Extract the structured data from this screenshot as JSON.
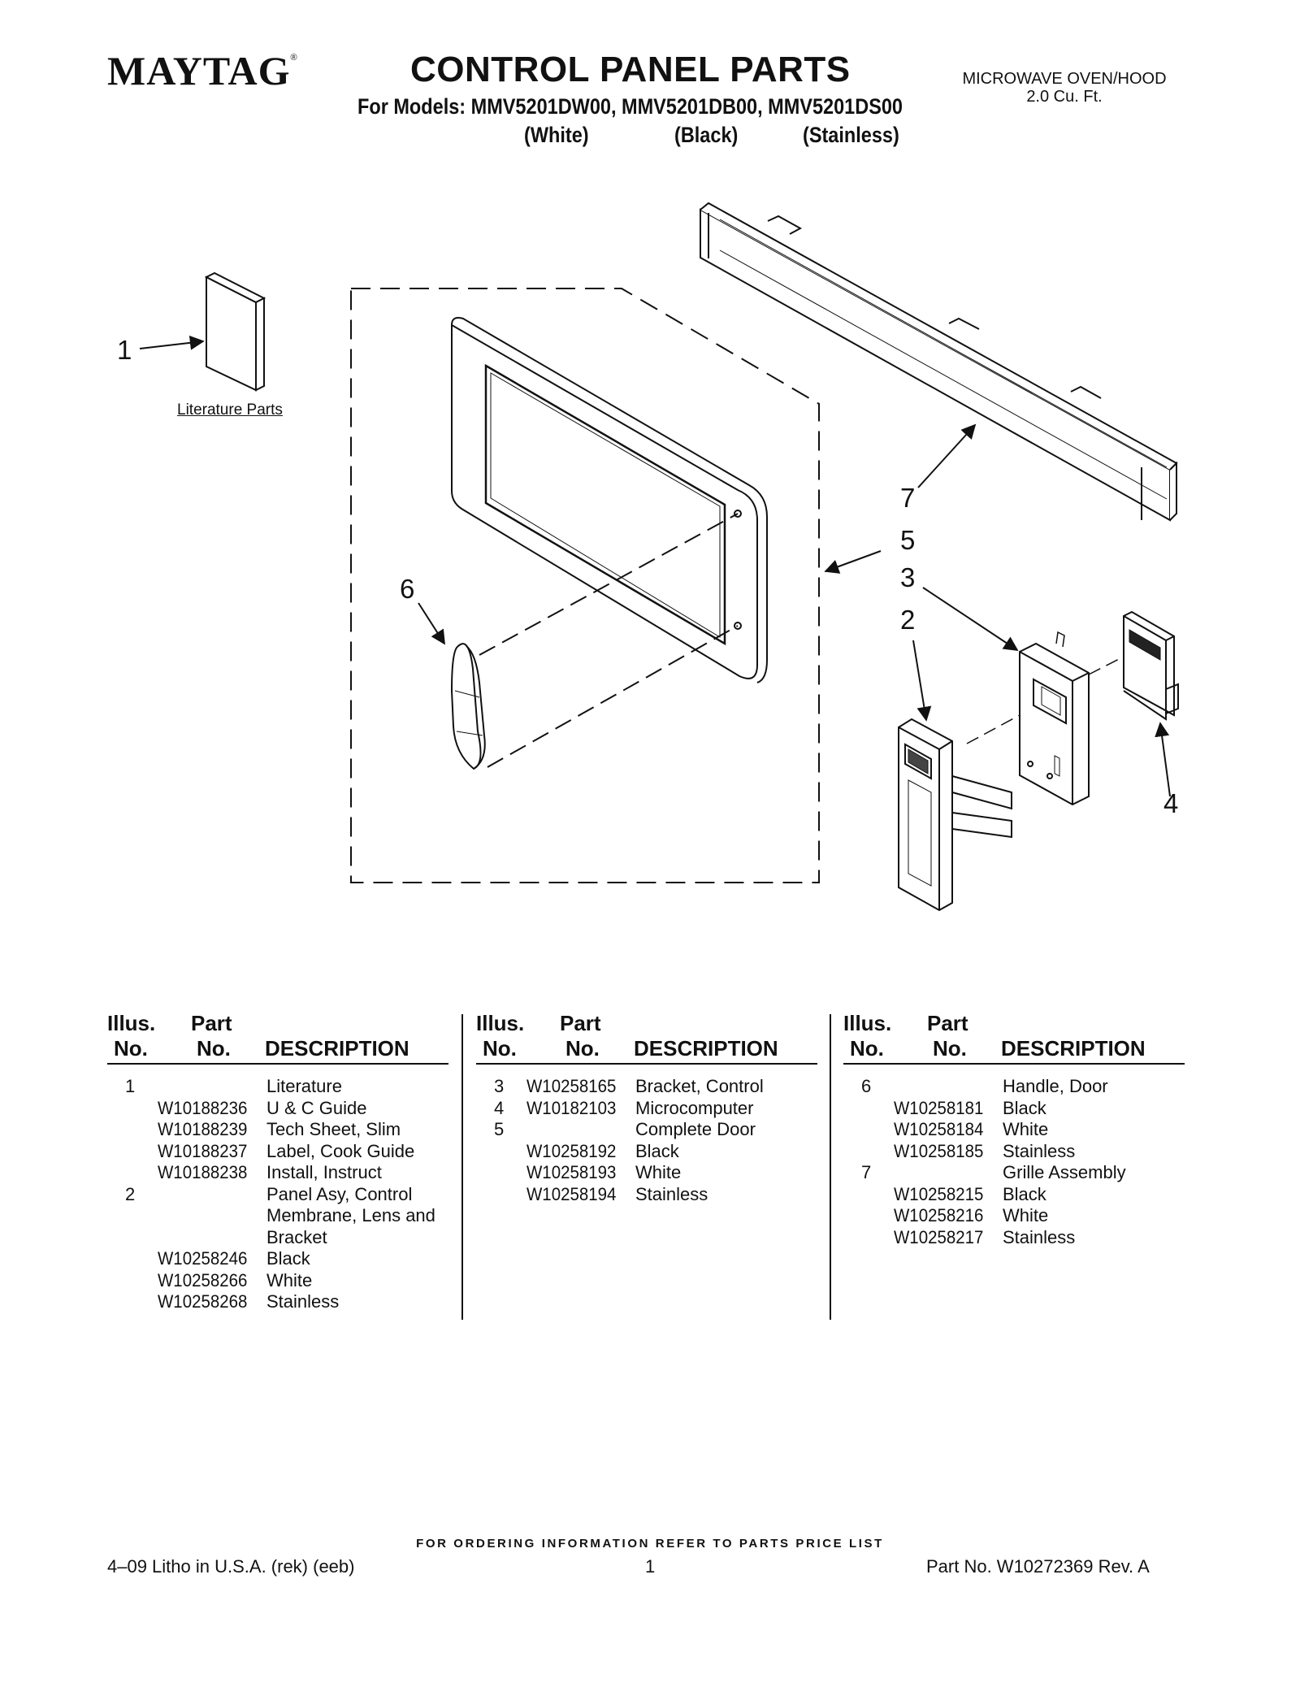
{
  "header": {
    "brand": "MAYTAG",
    "brand_mark": "®",
    "title": "CONTROL PANEL PARTS",
    "models": "For Models: MMV5201DW00, MMV5201DB00, MMV5201DS00",
    "variants": [
      "(White)",
      "(Black)",
      "(Stainless)"
    ],
    "product_line1": "MICROWAVE OVEN/HOOD",
    "product_line2": "2.0 Cu. Ft."
  },
  "diagram": {
    "literature_label": "Literature Parts",
    "callouts": [
      "1",
      "2",
      "3",
      "4",
      "5",
      "6",
      "7"
    ]
  },
  "table": {
    "headers": {
      "illus_1": "Illus.",
      "illus_2": "No.",
      "part_1": "Part",
      "part_2": "No.",
      "desc": "DESCRIPTION"
    },
    "columns": [
      [
        {
          "illus": "1",
          "part": "",
          "desc": "Literature"
        },
        {
          "illus": "",
          "part": "W10188236",
          "desc": "U & C Guide"
        },
        {
          "illus": "",
          "part": "W10188239",
          "desc": "Tech Sheet, Slim"
        },
        {
          "illus": "",
          "part": "W10188237",
          "desc": "Label, Cook Guide"
        },
        {
          "illus": "",
          "part": "W10188238",
          "desc": "Install, Instruct"
        },
        {
          "illus": "2",
          "part": "",
          "desc": "Panel Asy, Control"
        },
        {
          "illus": "",
          "part": "",
          "desc": "Membrane, Lens and"
        },
        {
          "illus": "",
          "part": "",
          "desc": "Bracket"
        },
        {
          "illus": "",
          "part": "W10258246",
          "desc": "Black"
        },
        {
          "illus": "",
          "part": "W10258266",
          "desc": "White"
        },
        {
          "illus": "",
          "part": "W10258268",
          "desc": "Stainless"
        }
      ],
      [
        {
          "illus": "3",
          "part": "W10258165",
          "desc": "Bracket, Control"
        },
        {
          "illus": "4",
          "part": "W10182103",
          "desc": "Microcomputer"
        },
        {
          "illus": "5",
          "part": "",
          "desc": "Complete Door"
        },
        {
          "illus": "",
          "part": "W10258192",
          "desc": "Black"
        },
        {
          "illus": "",
          "part": "W10258193",
          "desc": "White"
        },
        {
          "illus": "",
          "part": "W10258194",
          "desc": "Stainless"
        }
      ],
      [
        {
          "illus": "6",
          "part": "",
          "desc": "Handle, Door"
        },
        {
          "illus": "",
          "part": "W10258181",
          "desc": "Black"
        },
        {
          "illus": "",
          "part": "W10258184",
          "desc": "White"
        },
        {
          "illus": "",
          "part": "W10258185",
          "desc": "Stainless"
        },
        {
          "illus": "7",
          "part": "",
          "desc": "Grille Assembly"
        },
        {
          "illus": "",
          "part": "W10258215",
          "desc": "Black"
        },
        {
          "illus": "",
          "part": "W10258216",
          "desc": "White"
        },
        {
          "illus": "",
          "part": "W10258217",
          "desc": "Stainless"
        }
      ]
    ]
  },
  "footer": {
    "ordering": "FOR ORDERING INFORMATION REFER TO PARTS PRICE LIST",
    "litho": "4–09 Litho in U.S.A. (rek) (eeb)",
    "page": "1",
    "part_no": "Part No. W10272369 Rev. A"
  }
}
